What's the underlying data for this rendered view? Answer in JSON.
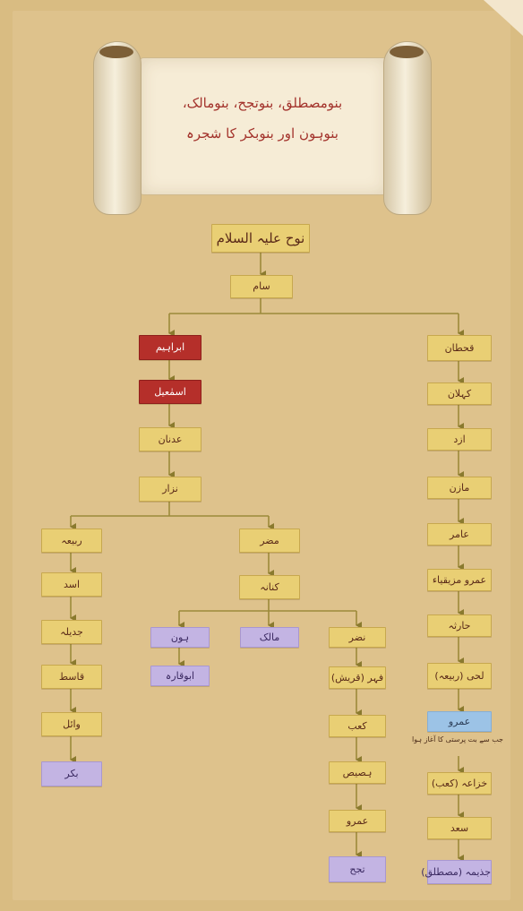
{
  "title": {
    "line1": "بنومصطلق، بنوتجح، بنومالک،",
    "line2": "بنوہون اور بنوبکر کا شجرہ"
  },
  "colors": {
    "gold": "#e9cf74",
    "red": "#b52f2a",
    "purple": "#c3b4e3",
    "blue": "#9cc3e6",
    "line": "#9c8a3a"
  },
  "tree": {
    "root": "نوح علیہ السلام",
    "sam": "سام",
    "ibrahim": "ابراہیم",
    "ismail": "اسمٰعیل",
    "adnan": "عدنان",
    "nizar": "نزار",
    "rabia": "ربیعہ",
    "asad": "اسد",
    "jadila": "جدیلہ",
    "qasit": "قاسط",
    "wail": "وائل",
    "bakr": "بکر",
    "mudar": "مضر",
    "kinana": "کنانہ",
    "hun": "ہون",
    "abu_qara": "ابوقارہ",
    "malik": "مالک",
    "nadr": "نضر",
    "fihr": "فہر (قریش)",
    "kab": "کعب",
    "husays": "ہصیص",
    "amr_q": "عمرو",
    "tajh": "تجح",
    "qahtan": "قحطان",
    "kahlan": "کہلان",
    "azd": "ازد",
    "mazin": "مازن",
    "amir": "عامر",
    "amr_muzayqiya": "عمرو مزیقیاء",
    "haritha": "حارثہ",
    "luhayy": "لحی (ربیعہ)",
    "amr_k": "عمرو",
    "amr_note": "جب سے بت پرستی کا آغاز ہوا",
    "khuzaa": "خزاعہ (کعب)",
    "saad": "سعد",
    "judhayma": "جذیمہ (مصطلق)"
  }
}
